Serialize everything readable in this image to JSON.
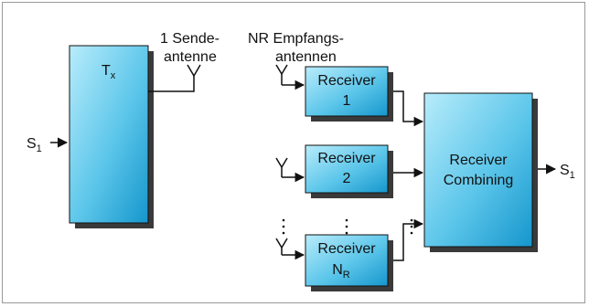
{
  "source_label": {
    "main": "S",
    "sub": "1"
  },
  "output_label": {
    "main": "S",
    "sub": "1"
  },
  "transmitter": {
    "label_main": "T",
    "label_sub": "x"
  },
  "tx_antenna_label": {
    "line1": "1 Sende-",
    "line2": "antenne"
  },
  "rx_antennas_label": {
    "line1": "NR Empfangs-",
    "line2": "antennen"
  },
  "receivers": [
    {
      "line1": "Receiver",
      "line2": "1",
      "line2_sub": ""
    },
    {
      "line1": "Receiver",
      "line2": "2",
      "line2_sub": ""
    },
    {
      "line1": "Receiver",
      "line2": "N",
      "line2_sub": "R"
    }
  ],
  "combiner": {
    "line1": "Receiver",
    "line2": "Combining"
  },
  "colors": {
    "block_fill_light": "#9ee3f7",
    "block_fill_dark": "#1fa6d8",
    "block_stroke": "#111111",
    "shadow": "#3a3a3a",
    "border": "#9a9a9a"
  }
}
